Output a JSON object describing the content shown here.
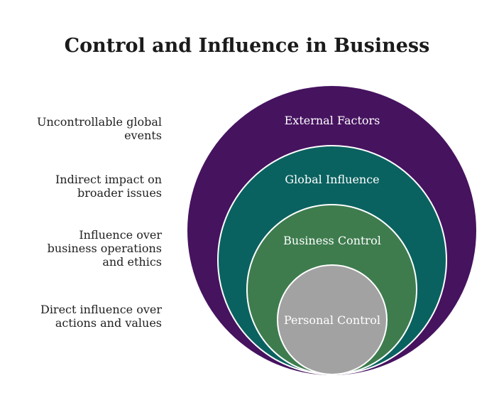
{
  "title": "Control and Influence in Business",
  "colors": {
    "background": "#ffffff",
    "title_text": "#1b1b1b",
    "side_label_text": "#212121",
    "ring_label_text": "#ffffff",
    "ring_outline": "#ffffff",
    "external_factors": "#46135f",
    "global_influence": "#0a6260",
    "business_control": "#3e7c4e",
    "personal_control": "#a3a2a2"
  },
  "rings": [
    {
      "label": "External Factors",
      "description": "Uncontrollable global\nevents",
      "color": "#46135f"
    },
    {
      "label": "Global Influence",
      "description": "Indirect impact on\nbroader issues",
      "color": "#0a6260"
    },
    {
      "label": "Business Control",
      "description": "Influence over\nbusiness operations\nand ethics",
      "color": "#3e7c4e"
    },
    {
      "label": "Personal Control",
      "description": "Direct influence over\nactions and values",
      "color": "#a3a2a2"
    }
  ]
}
